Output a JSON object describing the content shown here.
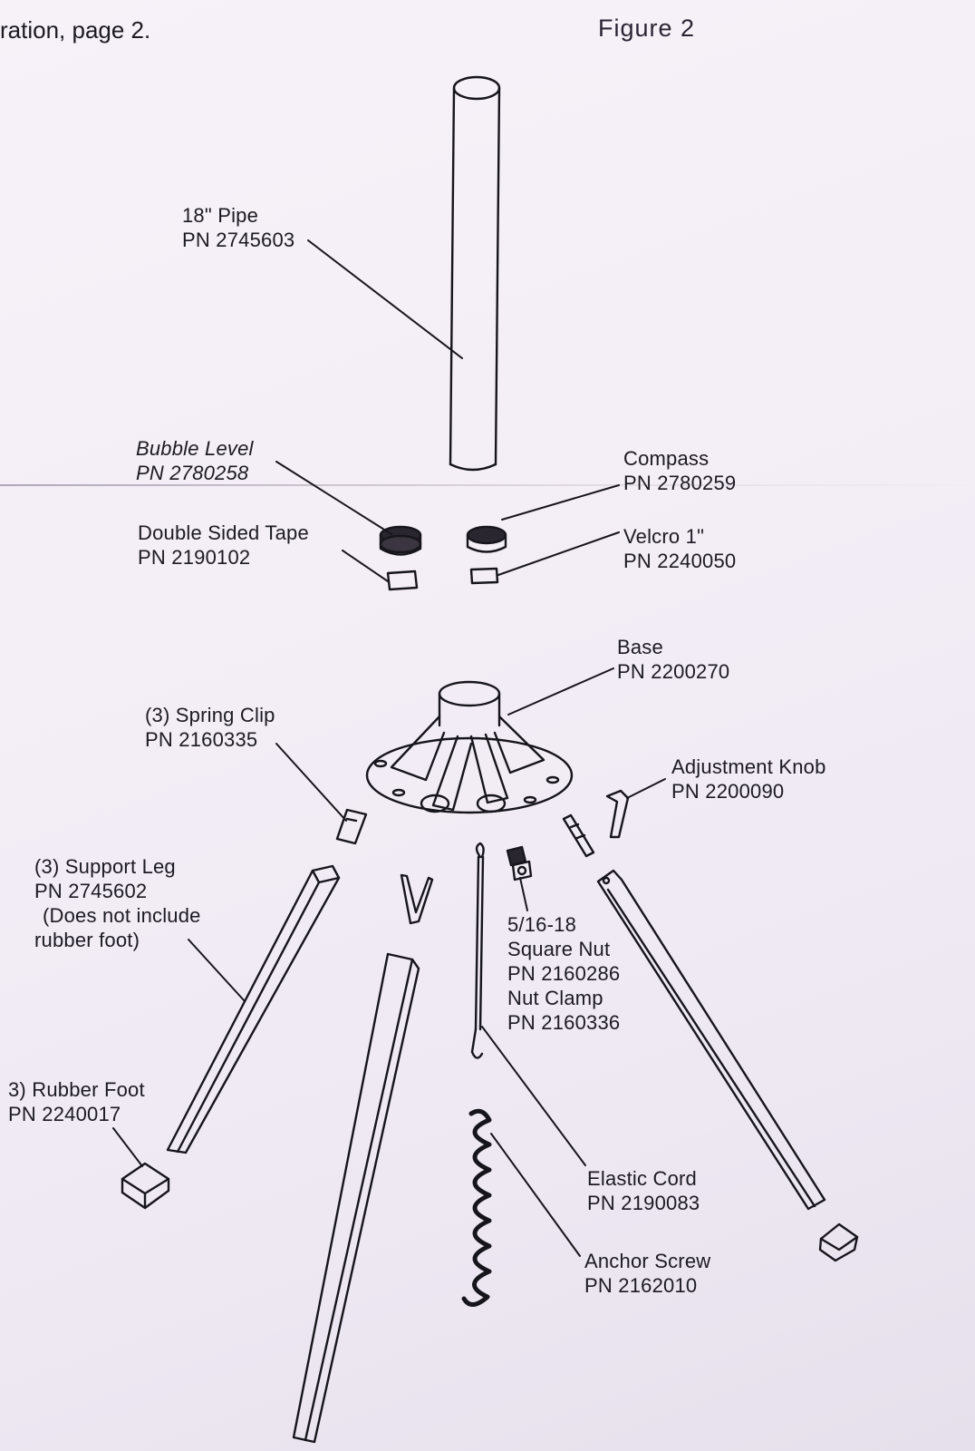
{
  "header": {
    "left_text": "ration, page 2.",
    "right_text": "Figure 2"
  },
  "parts": {
    "pipe": {
      "name": "18\" Pipe",
      "pn": "PN 2745603"
    },
    "bubble_level": {
      "name": "Bubble Level",
      "pn": "PN 2780258"
    },
    "compass": {
      "name": "Compass",
      "pn": "PN 2780259"
    },
    "tape": {
      "name": "Double Sided Tape",
      "pn": "PN 2190102"
    },
    "velcro": {
      "name": "Velcro 1\"",
      "pn": "PN 2240050"
    },
    "base": {
      "name": "Base",
      "pn": "PN 2200270"
    },
    "spring_clip": {
      "name": "(3) Spring Clip",
      "pn": "PN 2160335"
    },
    "adjustment_knob": {
      "name": "Adjustment Knob",
      "pn": "PN 2200090"
    },
    "support_leg": {
      "name": "(3) Support Leg",
      "pn": "PN 2745602",
      "note1": "(Does not include",
      "note2": "rubber foot)"
    },
    "square_nut": {
      "size": "5/16-18",
      "name": "Square Nut",
      "pn": "PN 2160286",
      "clamp_name": "Nut Clamp",
      "clamp_pn": "PN 2160336"
    },
    "rubber_foot": {
      "name": "3) Rubber Foot",
      "pn": "PN 2240017"
    },
    "elastic_cord": {
      "name": "Elastic Cord",
      "pn": "PN 2190083"
    },
    "anchor_screw": {
      "name": "Anchor Screw",
      "pn": "PN 2162010"
    }
  }
}
